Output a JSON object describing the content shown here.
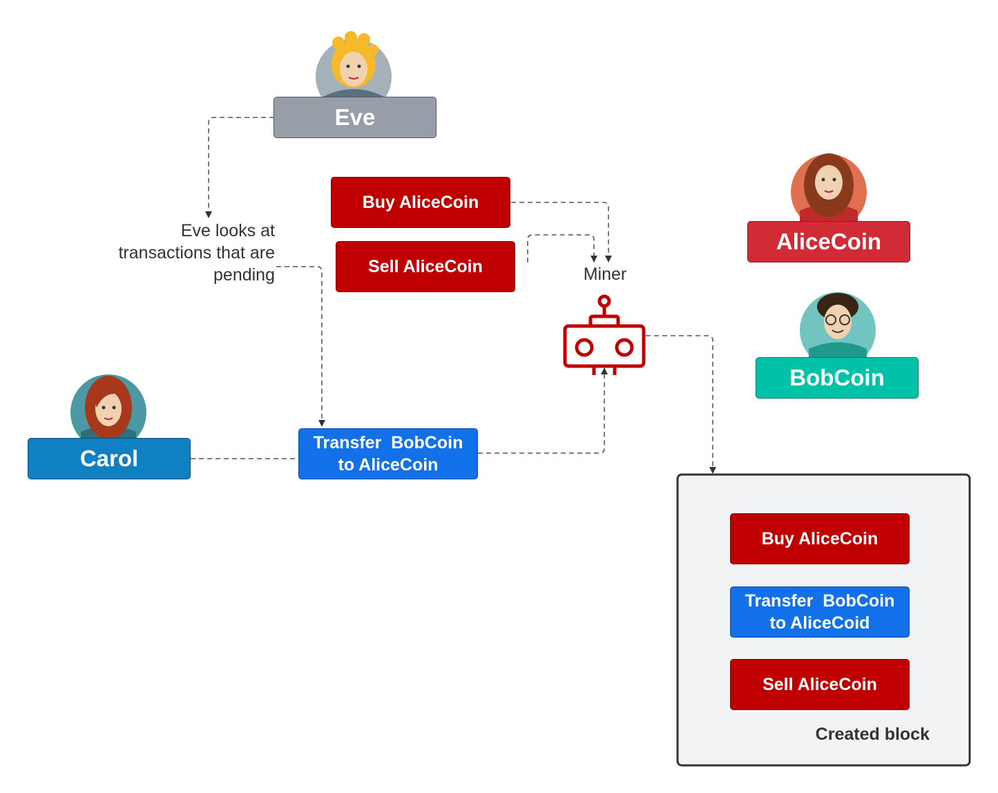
{
  "people": {
    "eve": "Eve",
    "alice": "AliceCoin",
    "bob": "BobCoin",
    "carol": "Carol"
  },
  "pending": {
    "buy": "Buy AliceCoin",
    "sell": "Sell AliceCoin",
    "transfer_line1": "Transfer  BobCoin",
    "transfer_line2": "to AliceCoin"
  },
  "annotation": {
    "line1": "Eve looks at",
    "line2": "transactions that are",
    "line3": "pending"
  },
  "miner": {
    "label": "Miner",
    "icon": "robot-icon"
  },
  "block": {
    "buy": "Buy AliceCoin",
    "transfer_line1": "Transfer  BobCoin",
    "transfer_line2": "to AliceCoid",
    "sell": "Sell AliceCoin",
    "caption": "Created block"
  },
  "colors": {
    "eve": "#979ea8",
    "alice": "#d12b35",
    "bob": "#00c2a8",
    "carol": "#0f80c1",
    "tx_red": "#c00000",
    "tx_blue": "#1271e8",
    "robot": "#c00000",
    "block_bg": "#f2f3f5"
  }
}
